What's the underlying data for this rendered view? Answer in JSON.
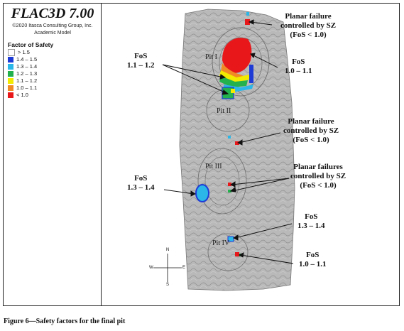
{
  "app": {
    "title": "FLAC3D 7.00",
    "copyright": "©2020 Itasca Consulting Group, Inc.",
    "model": "Academic Model"
  },
  "legend": {
    "title": "Factor of Safety",
    "items": [
      {
        "label": "> 1.5",
        "color": "#ffffff"
      },
      {
        "label": "1.4 – 1.5",
        "color": "#1f3bd6"
      },
      {
        "label": "1.3 – 1.4",
        "color": "#2bb7e8"
      },
      {
        "label": "1.2 – 1.3",
        "color": "#22b14c"
      },
      {
        "label": "1.1 – 1.2",
        "color": "#f2ea00"
      },
      {
        "label": "1.0 – 1.1",
        "color": "#f08a24"
      },
      {
        "label": "< 1.0",
        "color": "#e8171a"
      }
    ]
  },
  "pits": {
    "pit1": "Pit I",
    "pit2": "Pit II",
    "pit3": "Pit III",
    "pit4": "Pit IV"
  },
  "annotations": {
    "planar_top": [
      "Planar failure",
      "controlled by SZ",
      "(FoS < 1.0)"
    ],
    "fos_top_right": [
      "FoS",
      "1.0 – 1.1"
    ],
    "fos_left_top": [
      "FoS",
      "1.1 – 1.2"
    ],
    "planar_mid": [
      "Planar failure",
      "controlled by SZ",
      "(FoS < 1.0)"
    ],
    "planar_failures": [
      "Planar failures",
      "controlled by SZ",
      "(FoS < 1.0)"
    ],
    "fos_left_mid": [
      "FoS",
      "1.3 – 1.4"
    ],
    "fos_right_low": [
      "FoS",
      "1.3 – 1.4"
    ],
    "fos_right_bottom": [
      "FoS",
      "1.0 – 1.1"
    ]
  },
  "compass": {
    "n": "N",
    "s": "S",
    "e": "E",
    "w": "W"
  },
  "caption": "Figure 6—Safety factors for the final pit"
}
